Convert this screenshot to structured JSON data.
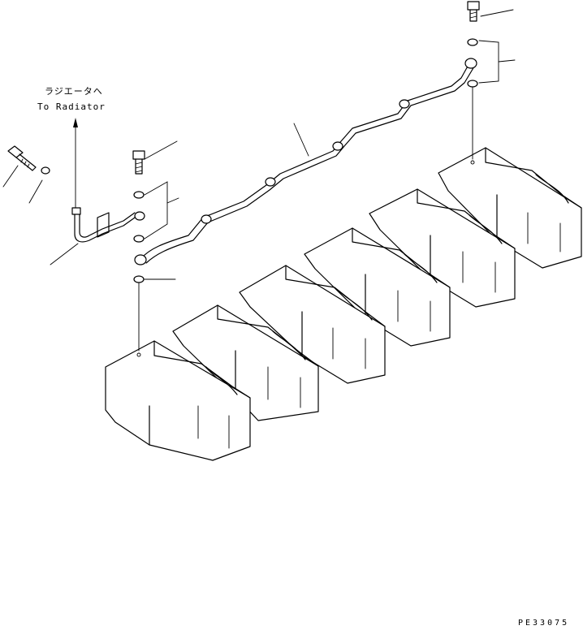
{
  "diagram": {
    "note_jp": "ラジエータへ",
    "note_en": "To Radiator",
    "drawing_code": "PE33075"
  }
}
